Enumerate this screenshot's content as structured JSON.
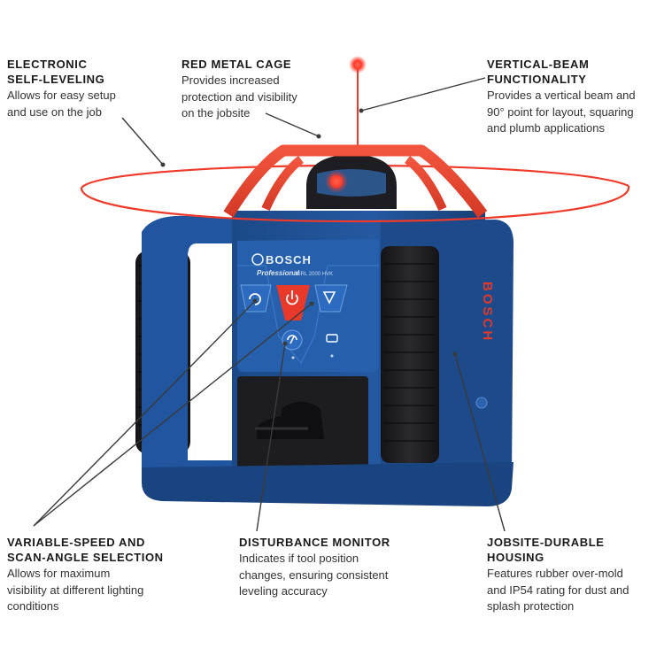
{
  "callouts": {
    "self_leveling": {
      "title_1": "ELECTRONIC",
      "title_2": "SELF-LEVELING",
      "desc_1": "Allows for easy setup",
      "desc_2": "and use on the job"
    },
    "cage": {
      "title_1": "RED METAL CAGE",
      "desc_1": "Provides increased",
      "desc_2": "protection and visibility",
      "desc_3": "on the jobsite"
    },
    "vertical_beam": {
      "title_1": "VERTICAL-BEAM",
      "title_2": "FUNCTIONALITY",
      "desc_1": "Provides a vertical beam and",
      "desc_2": "90° point for layout, squaring",
      "desc_3": "and plumb applications"
    },
    "speed_scan": {
      "title_1": "VARIABLE-SPEED AND",
      "title_2": "SCAN-ANGLE SELECTION",
      "desc_1": "Allows for maximum",
      "desc_2": "visibility at different lighting",
      "desc_3": "conditions"
    },
    "disturbance": {
      "title_1": "DISTURBANCE MONITOR",
      "desc_1": "Indicates if tool position",
      "desc_2": "changes, ensuring consistent",
      "desc_3": "leveling accuracy"
    },
    "housing": {
      "title_1": "JOBSITE-DURABLE",
      "title_2": "HOUSING",
      "desc_1": "Features rubber over-mold",
      "desc_2": "and IP54 rating for dust and",
      "desc_3": "splash protection"
    }
  },
  "product": {
    "brand": "BOSCH",
    "line": "Professional",
    "model": "GRL 2000 HVK",
    "side_brand": "BOSCH"
  },
  "colors": {
    "housing_blue": "#1f4f8f",
    "housing_blue_dark": "#163a6b",
    "cage_red": "#e8442f",
    "laser_red": "#ef3a2a",
    "rubber_black": "#1c1c1e",
    "leader_line": "#3a3a3a"
  },
  "icons": [
    "rotation-icon",
    "power-icon",
    "scan-angle-icon",
    "shock-sensor-icon",
    "battery-icon"
  ]
}
